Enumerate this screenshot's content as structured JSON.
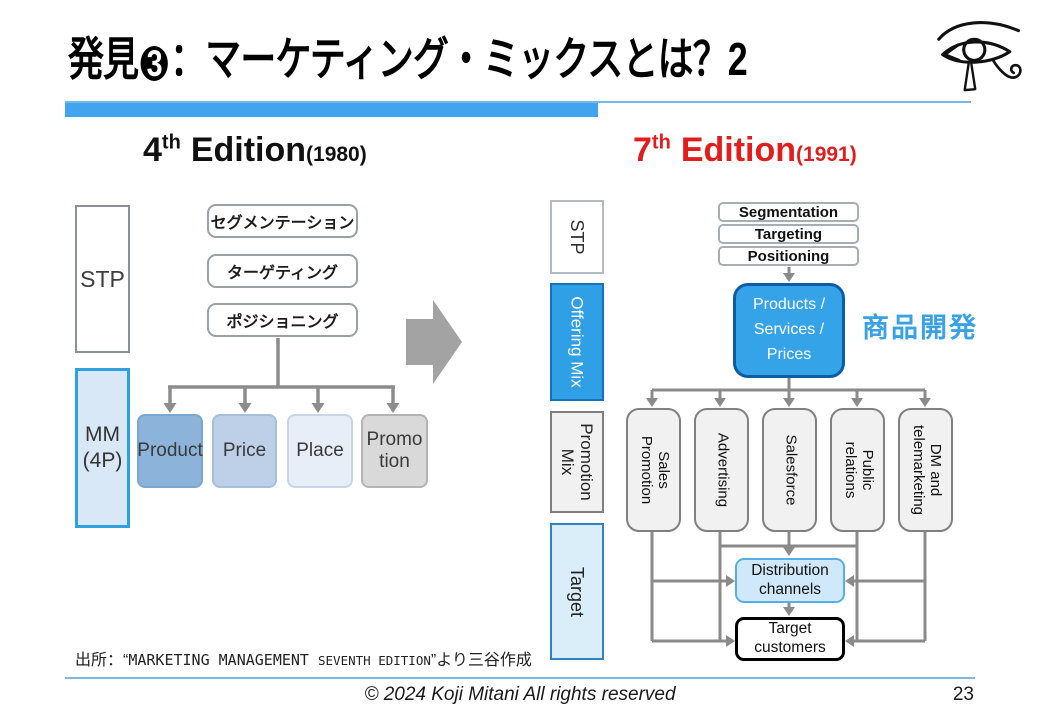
{
  "title": {
    "prefix": "発見",
    "circle_number": "3",
    "suffix": "：マーケティング・ミックスとは？2"
  },
  "headers": {
    "left": {
      "number": "4",
      "suffix": "th",
      "word": "Edition",
      "year": "(1980)"
    },
    "right": {
      "number": "7",
      "suffix": "th",
      "word": "Edition",
      "year": "(1991)"
    }
  },
  "left_diagram": {
    "stp_label": "STP",
    "mm_label": "MM\n(4P)",
    "stp_items": [
      "セグメンテーション",
      "ターゲティング",
      "ポジショニング"
    ],
    "four_p": [
      {
        "label": "Product"
      },
      {
        "label": "Price"
      },
      {
        "label": "Place"
      },
      {
        "label": "Promo\ntion"
      }
    ]
  },
  "right_diagram": {
    "side_labels": {
      "stp": "STP",
      "offering_mix": "Offering Mix",
      "promotion_mix": "Promotion\nMix",
      "target": "Target"
    },
    "stp_steps": [
      "Segmentation",
      "Targeting",
      "Positioning"
    ],
    "products_box": "Products /\nServices /\nPrices",
    "annotation": "商品開発",
    "channels": [
      "Sales\nPromotion",
      "Advertising",
      "Salesforce",
      "Public\nrelations",
      "DM and\ntelemarketing"
    ],
    "distribution_box": "Distribution\nchannels",
    "target_customers_box": "Target\ncustomers"
  },
  "source_note": {
    "jp_prefix": "出所：“",
    "en_main": "MARKETING MANAGEMENT ",
    "en_small": "SEVENTH EDITION",
    "jp_suffix": "”より三谷作成"
  },
  "footer": {
    "copyright": "© 2024 Koji Mitani All rights reserved",
    "page_number": "23"
  },
  "colors": {
    "accent_blue": "#41a4ee",
    "edition_red": "#e11d1d",
    "products_blue": "#35a3e8",
    "offering_blue": "#2f9fe6",
    "light_blue_fill": "#d9ecf8",
    "connector_gray": "#8a8a8a",
    "product_fill": "#8cb4da",
    "price_fill": "#bdd0e8",
    "place_fill": "#e7eef7",
    "promotion_fill": "#d9d9d9"
  }
}
